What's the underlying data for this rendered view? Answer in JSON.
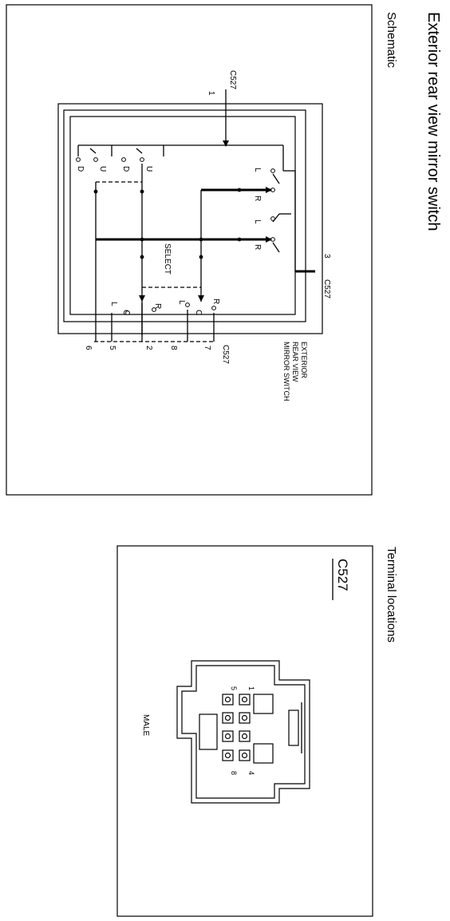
{
  "page": {
    "title": "Exterior rear view mirror switch",
    "schematic_label": "Schematic",
    "terminal_label": "Terminal locations"
  },
  "schematic": {
    "connector_top": "C527",
    "connector_right": "C527",
    "connector_bottom": "C527",
    "pin_top": "1",
    "pin_right": "3",
    "bottom_pins": [
      "6",
      "5",
      "2",
      "8",
      "7"
    ],
    "switch_name": [
      "EXTERIOR",
      "REAR VIEW",
      "MIRROR SWITCH"
    ],
    "select_label": "SELECT",
    "contacts_top": [
      "D",
      "U",
      "D",
      "U"
    ],
    "contacts_lr": [
      "L",
      "R",
      "L",
      "R"
    ],
    "contacts_bottom": [
      "L",
      "C",
      "R",
      "L",
      "C",
      "R"
    ]
  },
  "terminals": {
    "connector": "C527",
    "gender": "MALE",
    "pin_labels": [
      "1",
      "4",
      "5",
      "8"
    ]
  }
}
